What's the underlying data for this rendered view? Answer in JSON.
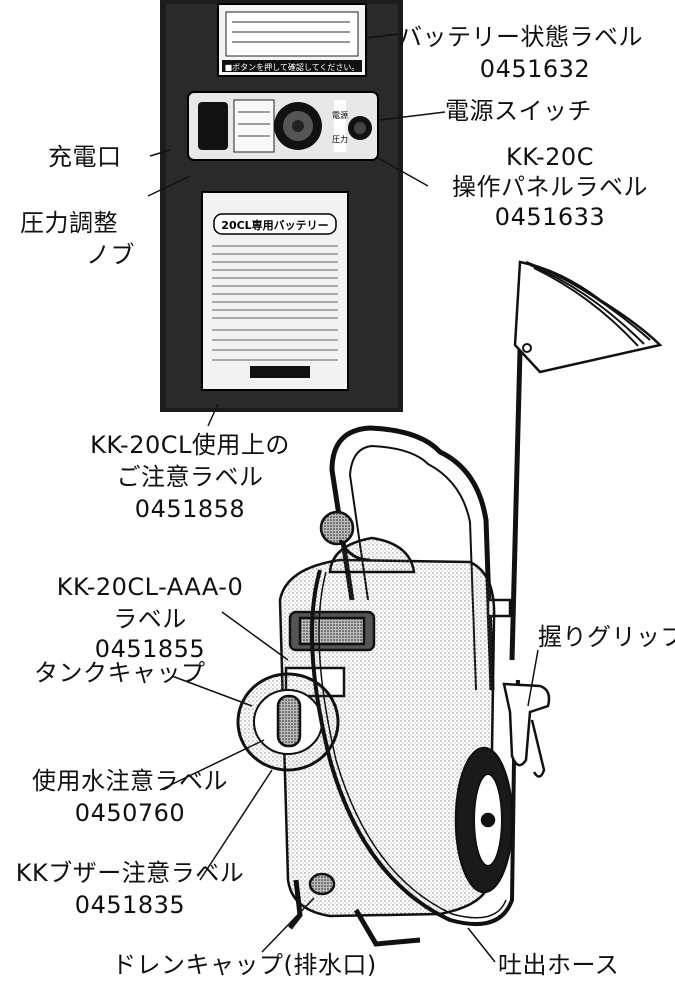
{
  "labels": {
    "battery_status_label": {
      "name": "バッテリー状態ラベル",
      "code": "0451632"
    },
    "power_switch": {
      "name": "電源スイッチ"
    },
    "charging_port": {
      "name": "充電口"
    },
    "pressure_knob": {
      "line1": "圧力調整",
      "line2": "ノブ"
    },
    "control_panel_label": {
      "line1": "KK-20C",
      "line2": "操作パネルラベル",
      "code": "0451633"
    },
    "usage_caution_label": {
      "line1": "KK-20CL使用上の",
      "line2": "ご注意ラベル",
      "code": "0451858"
    },
    "model_label": {
      "line1": "KK-20CL-AAA-0",
      "line2": "ラベル",
      "code": "0451855"
    },
    "tank_cap": {
      "name": "タンクキャップ"
    },
    "grip": {
      "name": "握りグリップ"
    },
    "water_caution_label": {
      "name": "使用水注意ラベル",
      "code": "0450760"
    },
    "buzzer_caution_label": {
      "name": "KKブザー注意ラベル",
      "code": "0451835"
    },
    "drain_cap": {
      "name": "ドレンキャップ(排水口)"
    },
    "discharge_hose": {
      "name": "吐出ホース"
    }
  },
  "photo": {
    "battery_title": "20CL専用バッテリー",
    "warning_strip": "■ボタンを押して確認してください。",
    "panel_tags": [
      "電源",
      "圧力"
    ]
  },
  "colors": {
    "line": "#111111",
    "photo_bg": "#1c1c1c"
  }
}
